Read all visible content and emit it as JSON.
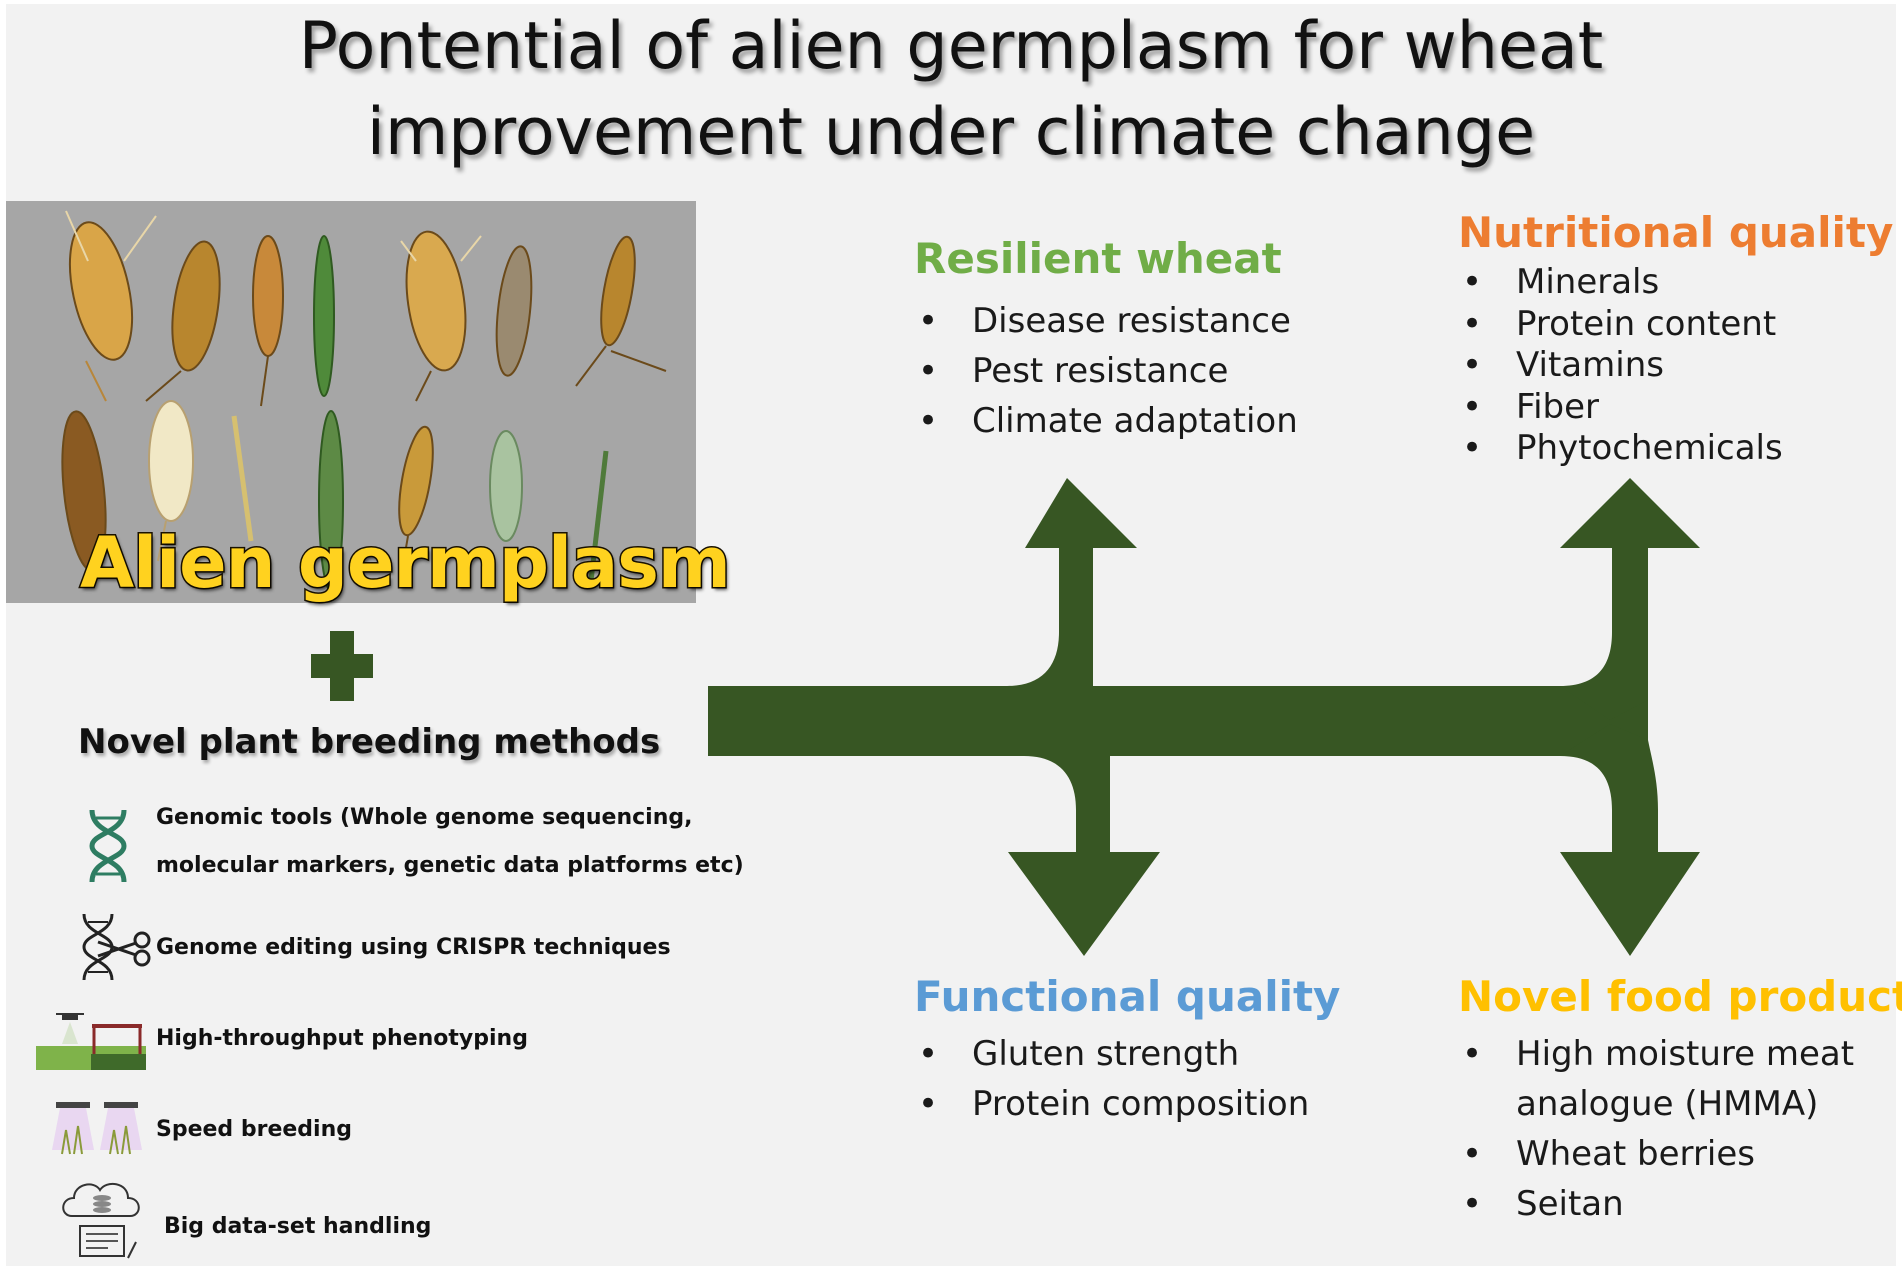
{
  "title": {
    "line1": "Pontential of alien germplasm for wheat",
    "line2": "improvement under climate change"
  },
  "photo": {
    "label": "Alien germplasm",
    "label_color": "#ffd21f"
  },
  "methods": {
    "title": "Novel plant breeding methods",
    "items": [
      {
        "icon": "dna-icon",
        "line1": "Genomic tools (Whole genome sequencing,",
        "line2": "molecular markers, genetic data platforms etc)"
      },
      {
        "icon": "dna-scissors-icon",
        "line1": "Genome editing using CRISPR techniques"
      },
      {
        "icon": "drone-field-icon",
        "line1": "High-throughput phenotyping"
      },
      {
        "icon": "grow-lights-icon",
        "line1": "Speed breeding"
      },
      {
        "icon": "cloud-database-icon",
        "line1": "Big data-set handling"
      }
    ]
  },
  "outcomes": {
    "resilient": {
      "title": "Resilient wheat",
      "color": "#70ad47",
      "items": [
        "Disease resistance",
        "Pest resistance",
        "Climate adaptation"
      ]
    },
    "nutritional": {
      "title": "Nutritional quality",
      "color": "#ed7d31",
      "items": [
        "Minerals",
        "Protein content",
        "Vitamins",
        "Fiber",
        "Phytochemicals"
      ]
    },
    "functional": {
      "title": "Functional quality",
      "color": "#5b9bd5",
      "items": [
        "Gluten strength",
        "Protein composition"
      ]
    },
    "novel_food": {
      "title": "Novel food products",
      "color": "#ffc000",
      "items": [
        "High moisture meat",
        "analogue (HMMA)",
        "Wheat berries",
        "Seitan"
      ]
    }
  },
  "arrow_color": "#375623"
}
